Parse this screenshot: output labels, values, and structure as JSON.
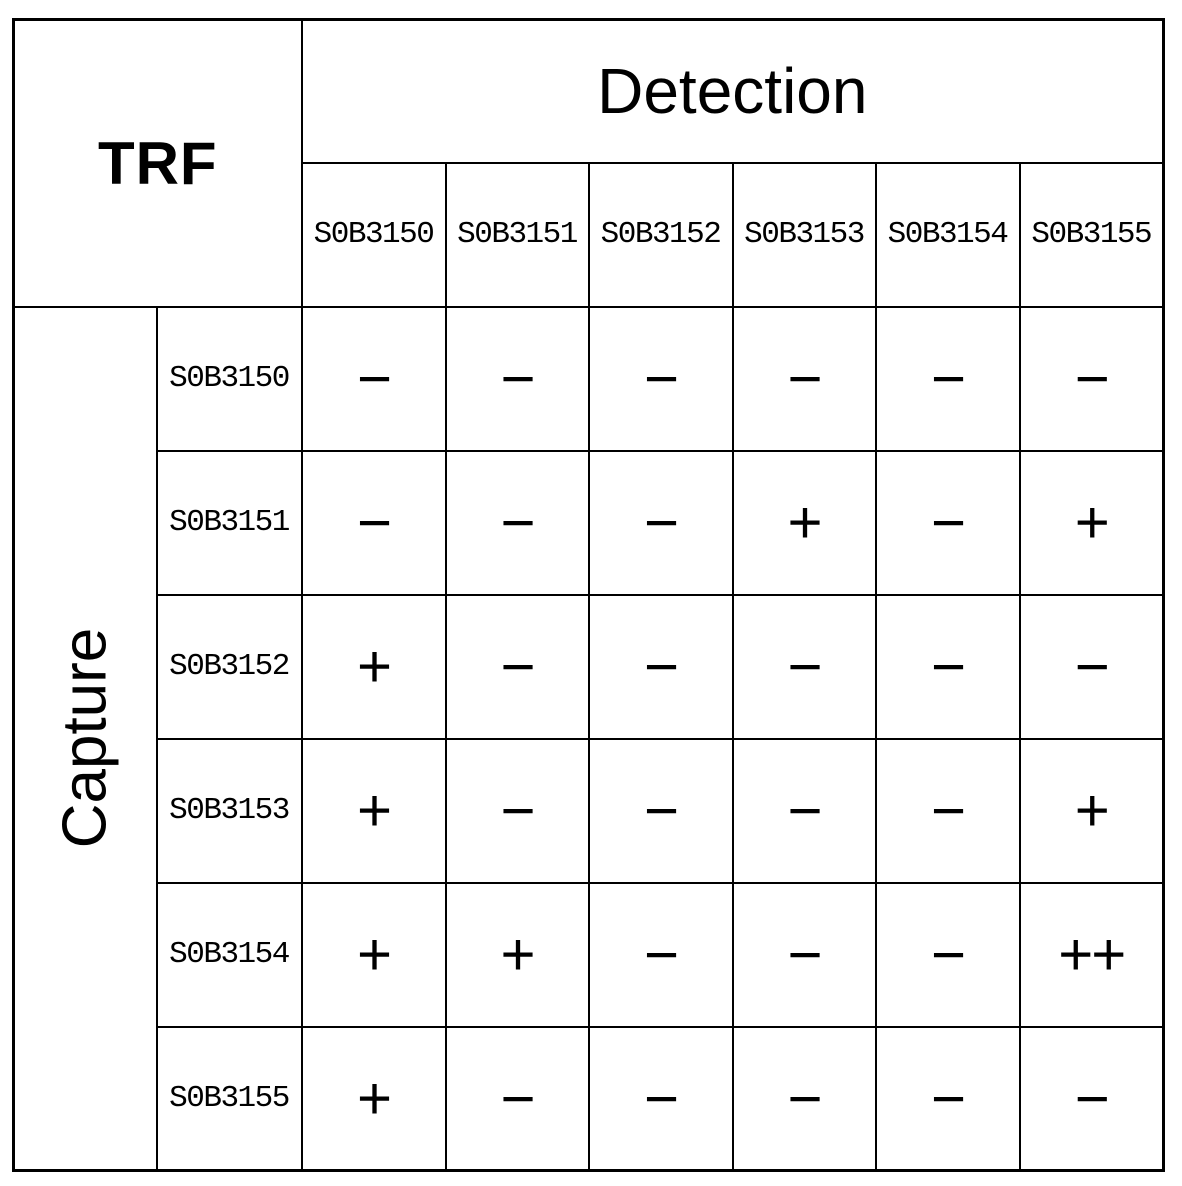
{
  "colors": {
    "background": "#ffffff",
    "border": "#000000",
    "text": "#000000"
  },
  "table": {
    "corner_label": "TRF",
    "column_group_label": "Detection",
    "row_group_label": "Capture",
    "detection_columns": [
      "S0B3150",
      "S0B3151",
      "S0B3152",
      "S0B3153",
      "S0B3154",
      "S0B3155"
    ],
    "rows": [
      {
        "capture": "S0B3150",
        "values": [
          "−",
          "−",
          "−",
          "−",
          "−",
          "−"
        ]
      },
      {
        "capture": "S0B3151",
        "values": [
          "−",
          "−",
          "−",
          "+",
          "−",
          "+"
        ]
      },
      {
        "capture": "S0B3152",
        "values": [
          "+",
          "−",
          "−",
          "−",
          "−",
          "−"
        ]
      },
      {
        "capture": "S0B3153",
        "values": [
          "+",
          "−",
          "−",
          "−",
          "−",
          "+"
        ]
      },
      {
        "capture": "S0B3154",
        "values": [
          "+",
          "+",
          "−",
          "−",
          "−",
          "++"
        ]
      },
      {
        "capture": "S0B3155",
        "values": [
          "+",
          "−",
          "−",
          "−",
          "−",
          "−"
        ]
      }
    ]
  },
  "chart_data": {
    "type": "table",
    "title": "TRF",
    "column_group_label": "Detection",
    "row_group_label": "Capture",
    "columns": [
      "S0B3150",
      "S0B3151",
      "S0B3152",
      "S0B3153",
      "S0B3154",
      "S0B3155"
    ],
    "row_labels": [
      "S0B3150",
      "S0B3151",
      "S0B3152",
      "S0B3153",
      "S0B3154",
      "S0B3155"
    ],
    "matrix": [
      [
        "-",
        "-",
        "-",
        "-",
        "-",
        "-"
      ],
      [
        "-",
        "-",
        "-",
        "+",
        "-",
        "+"
      ],
      [
        "+",
        "-",
        "-",
        "-",
        "-",
        "-"
      ],
      [
        "+",
        "-",
        "-",
        "-",
        "-",
        "+"
      ],
      [
        "+",
        "+",
        "-",
        "-",
        "-",
        "++"
      ],
      [
        "+",
        "-",
        "-",
        "-",
        "-",
        "-"
      ]
    ],
    "legend": "cells contain -, + or ++ pairing results",
    "grid": true
  }
}
